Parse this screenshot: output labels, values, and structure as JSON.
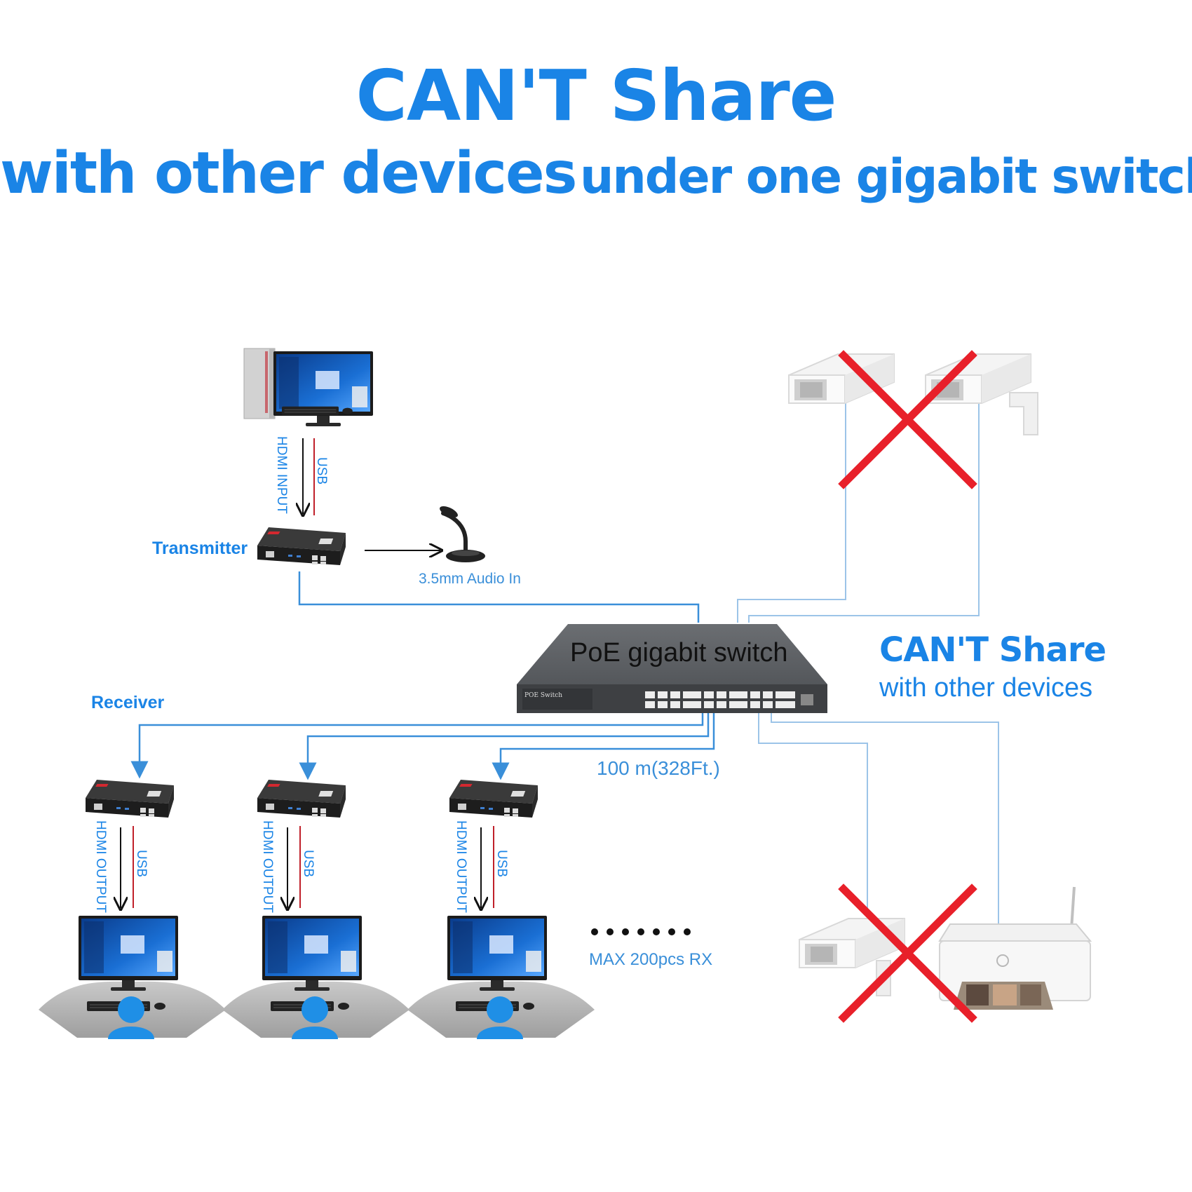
{
  "title": {
    "line1": "CAN'T Share",
    "line2_part1": "with other devices",
    "line2_part2": "under one gigabit switch"
  },
  "labels": {
    "transmitter": "Transmitter",
    "receiver": "Receiver",
    "switch": "PoE gigabit switch",
    "audio_in": "3.5mm Audio In",
    "distance": "100 m(328Ft.)",
    "max_rx": "MAX 200pcs RX",
    "hdmi_input": "HDMI INPUT",
    "usb": "USB",
    "hdmi_output": "HDMI OUTPUT",
    "switch_panel": "POE Switch"
  },
  "side_note": {
    "line1": "CAN'T Share",
    "line2": "with other devices"
  },
  "colors": {
    "accent_blue": "#1a84e6",
    "line_blue": "#3a8fd9",
    "light_blue_line": "#9cc4e8",
    "cross_red": "#e8202a",
    "usb_red": "#c0202a",
    "switch_gray": "#5f6266",
    "device_black": "#222222",
    "person_blue": "#1f8fe6"
  },
  "icons": {
    "source_pc": "desktop-pc-icon",
    "microphone": "microphone-icon",
    "camera": "cctv-camera-icon",
    "printer": "printer-icon",
    "cross": "red-x-icon",
    "person": "user-icon"
  }
}
